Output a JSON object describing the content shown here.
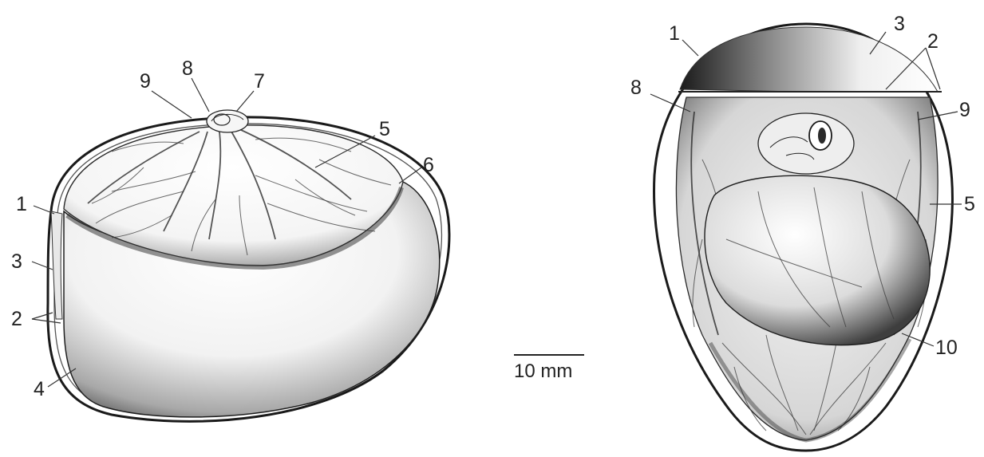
{
  "left_egg": {
    "labels": [
      "1",
      "2",
      "3",
      "4",
      "5",
      "6",
      "7",
      "8",
      "9"
    ]
  },
  "right_egg": {
    "labels": [
      "1",
      "2",
      "3",
      "5",
      "8",
      "9",
      "10"
    ]
  },
  "scale_bar": {
    "label": "10 mm"
  }
}
